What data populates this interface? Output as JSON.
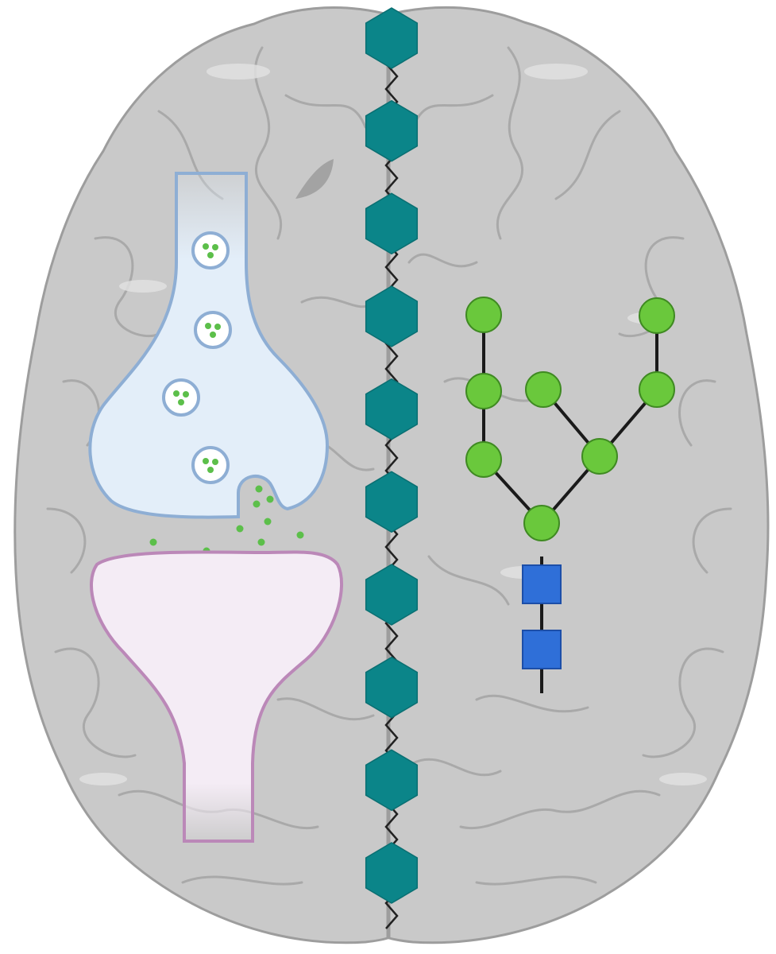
{
  "colors": {
    "brain_fill": "#c9c9c9",
    "brain_stroke": "#9d9d9d",
    "gyri_stroke": "#a9a9a9",
    "highlight": "#e2e2e2",
    "hexagon": "#0b8589",
    "chain": "#222222",
    "presynaptic_fill": "#e3eef9",
    "presynaptic_stroke": "#8eaed4",
    "postsynaptic_fill": "#f4ecf5",
    "postsynaptic_stroke": "#bb88b8",
    "vesicle_dot": "#5cbf4a",
    "glycan_circle": "#6ac83c",
    "glycan_square": "#2f6fd8",
    "glycan_line": "#1a1a1a"
  },
  "icons": [
    "brain-outline",
    "hexagon-chain",
    "synapse",
    "synaptic-vesicle",
    "neurotransmitter",
    "glycan-tree",
    "galactose-circle",
    "glcnac-square"
  ],
  "glycan": {
    "squares": 2,
    "circles": 8
  },
  "hexagon_count": 10,
  "vesicle_count": 4
}
